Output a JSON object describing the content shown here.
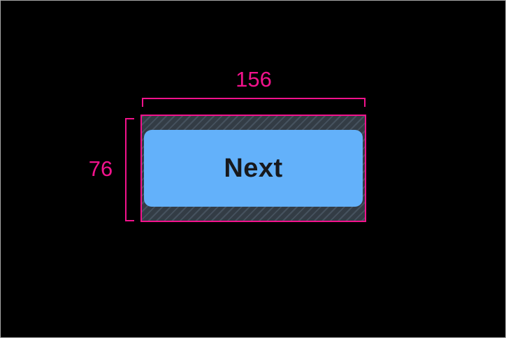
{
  "widget": {
    "button_label": "Next"
  },
  "annotations": {
    "width_value": "156",
    "height_value": "76"
  },
  "colors": {
    "guide-pink": "#f2128c",
    "button-blue": "#63b1fa",
    "button-text": "#17191d",
    "hatch-base": "#333c45",
    "hatch-stripe": "#46525e",
    "canvas-bg": "#000000",
    "frame-border": "#a8a8a8"
  }
}
